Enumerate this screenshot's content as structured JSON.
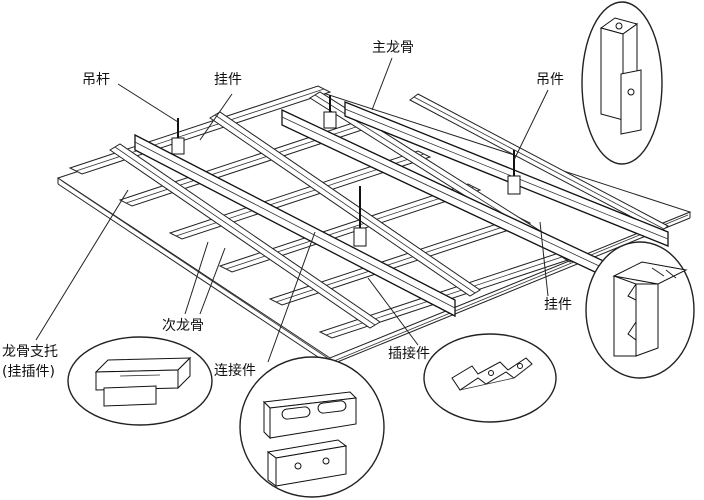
{
  "labels": {
    "hanger_rod": "吊杆",
    "hanger_top": "挂件",
    "main_keel": "主龙骨",
    "hanger_part": "吊件",
    "secondary_keel": "次龙骨",
    "hanger_right": "挂件",
    "keel_support_line1": "龙骨支托",
    "keel_support_line2": "(挂插件)",
    "connector": "连接件",
    "insert_part": "插接件"
  }
}
